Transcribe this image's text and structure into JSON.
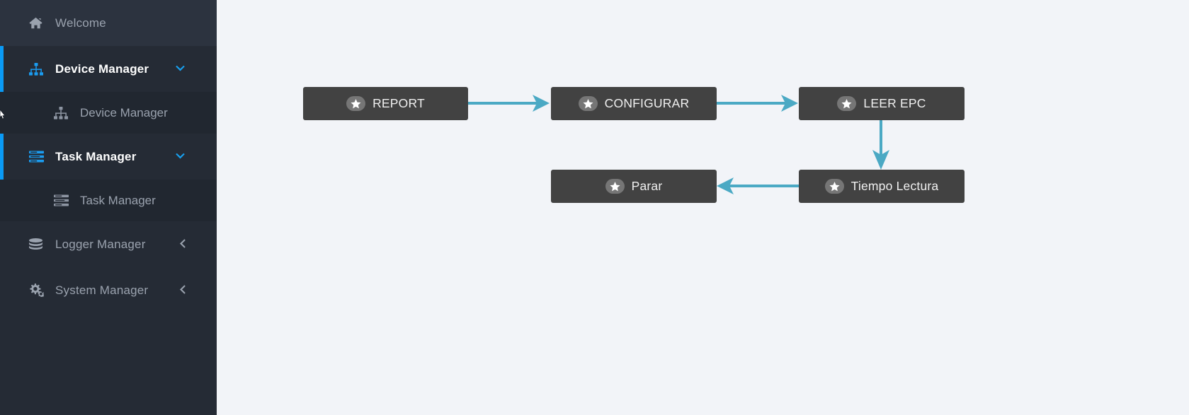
{
  "sidebar": {
    "items": [
      {
        "label": "Welcome",
        "icon": "home-icon",
        "type": "top",
        "active": false,
        "caret": null
      },
      {
        "label": "Device Manager",
        "icon": "sitemap-icon",
        "type": "parent",
        "active": true,
        "caret": "chevron-down"
      },
      {
        "label": "Device Manager",
        "icon": "sitemap-icon",
        "type": "sub",
        "active": false,
        "caret": null
      },
      {
        "label": "Task Manager",
        "icon": "tasks-icon",
        "type": "parent",
        "active": true,
        "caret": "chevron-down"
      },
      {
        "label": "Task Manager",
        "icon": "tasks-icon",
        "type": "sub",
        "active": false,
        "caret": null
      },
      {
        "label": "Logger Manager",
        "icon": "database-icon",
        "type": "parent-collapsed",
        "active": false,
        "caret": "chevron-left"
      },
      {
        "label": "System Manager",
        "icon": "gears-icon",
        "type": "parent-collapsed",
        "active": false,
        "caret": "chevron-left"
      }
    ]
  },
  "canvas": {
    "nodes": [
      {
        "id": "report",
        "label": "REPORT",
        "icon": "star-icon"
      },
      {
        "id": "configurar",
        "label": "CONFIGURAR",
        "icon": "star-icon"
      },
      {
        "id": "leer_epc",
        "label": "LEER EPC",
        "icon": "star-icon"
      },
      {
        "id": "parar",
        "label": "Parar",
        "icon": "star-icon"
      },
      {
        "id": "tiempo",
        "label": "Tiempo Lectura",
        "icon": "star-icon"
      }
    ],
    "connections": [
      {
        "from": "report",
        "to": "configurar",
        "direction": "right"
      },
      {
        "from": "configurar",
        "to": "leer_epc",
        "direction": "right"
      },
      {
        "from": "leer_epc",
        "to": "tiempo",
        "direction": "down"
      },
      {
        "from": "tiempo",
        "to": "parar",
        "direction": "left"
      }
    ]
  },
  "colors": {
    "sidebar_bg": "#252b35",
    "sidebar_header_bg": "#2c333f",
    "submenu_bg": "#212730",
    "accent_blue": "#0a9af5",
    "canvas_bg": "#f2f4f8",
    "node_bg": "#424242",
    "connector_teal": "#4ba9c4",
    "star_badge": "#767676"
  }
}
